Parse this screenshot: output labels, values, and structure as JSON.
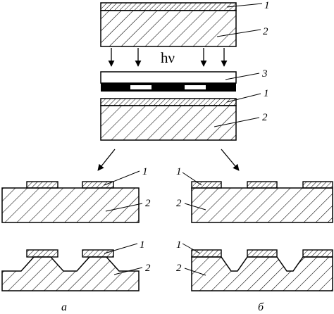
{
  "stages": {
    "top_wafer": {
      "film_label": "1",
      "substrate_label": "2"
    },
    "exposure": {
      "radiation_label": "hν",
      "mask_label": "3",
      "film_label": "1",
      "substrate_label": "2"
    },
    "variant_a": {
      "caption": "а",
      "patterned_film_label": "1",
      "patterned_substrate_label": "2",
      "etched_film_label": "1",
      "etched_substrate_label": "2"
    },
    "variant_b": {
      "caption": "б",
      "patterned_film_label": "1",
      "patterned_substrate_label": "2",
      "etched_film_label": "1",
      "etched_substrate_label": "2"
    }
  },
  "colors": {
    "ink": "#000000",
    "background": "#ffffff"
  }
}
